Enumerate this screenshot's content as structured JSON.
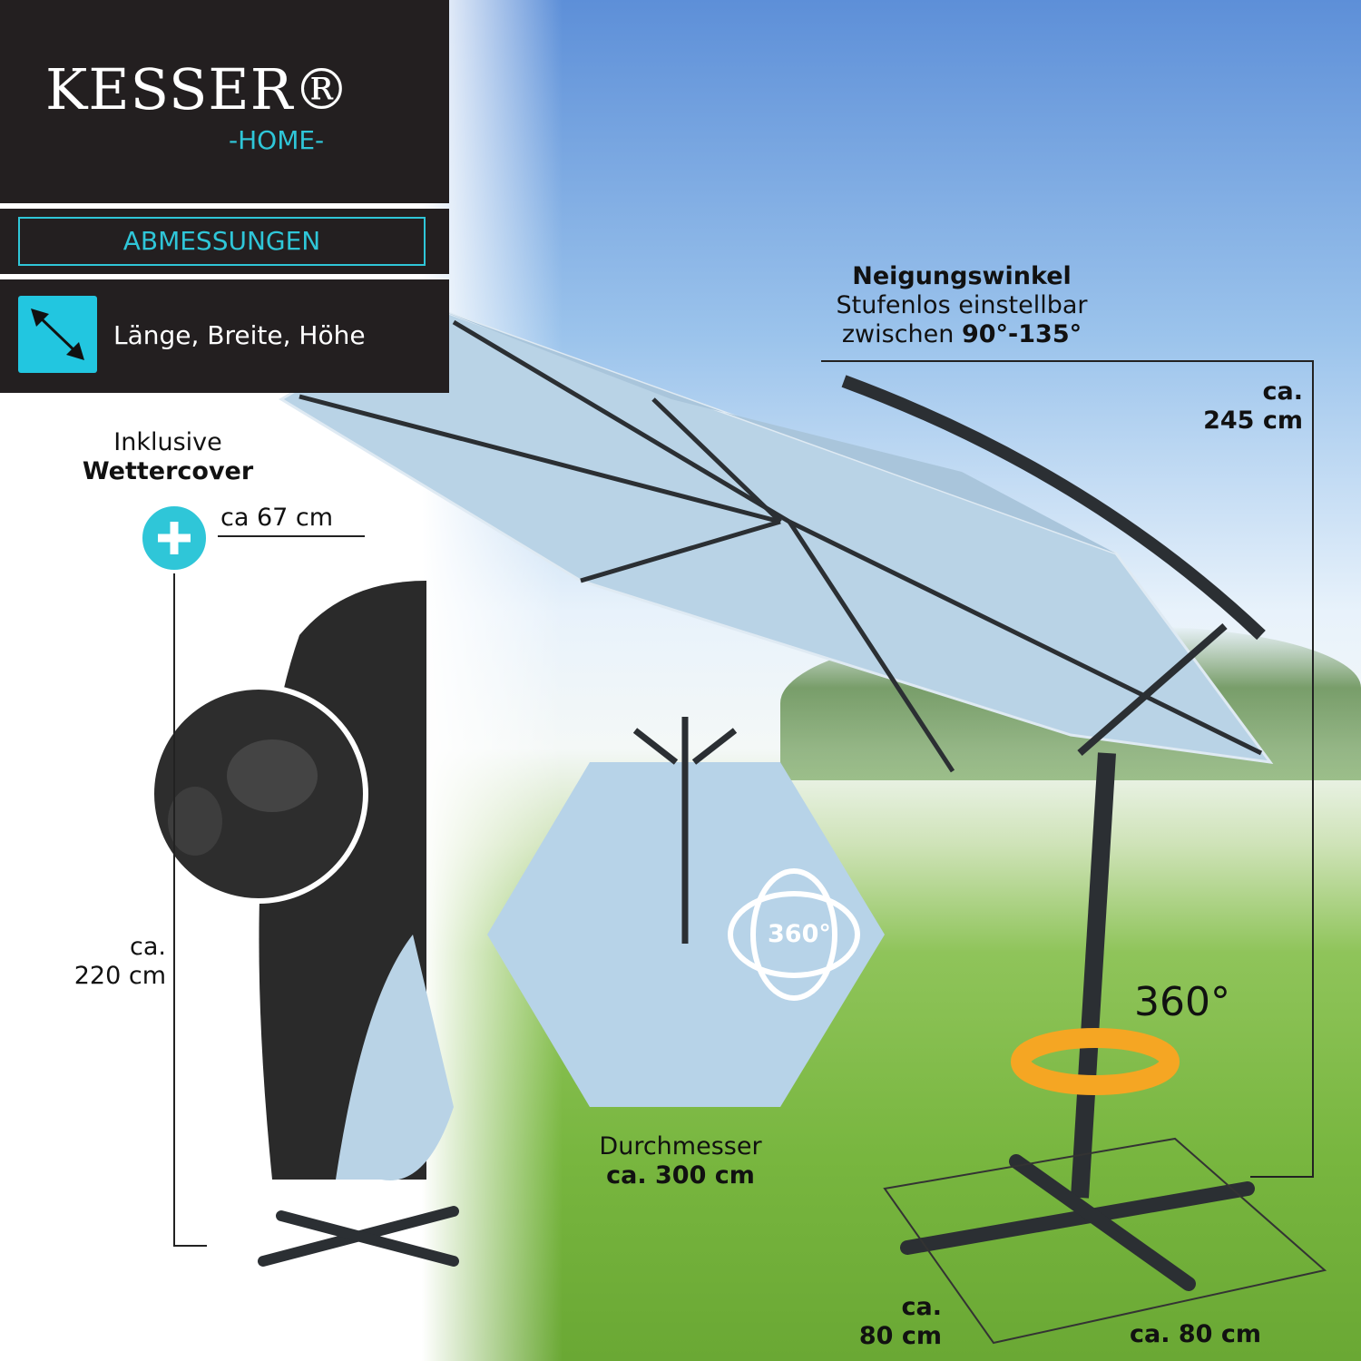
{
  "brand": {
    "name": "KESSER®",
    "sub": "-HOME-"
  },
  "section_title": "ABMESSUNGEN",
  "feature_label": "Länge, Breite, Höhe",
  "cover": {
    "line1": "Inklusive",
    "line2": "Wettercover",
    "width": "ca 67 cm",
    "height_ca": "ca.",
    "height": "220 cm"
  },
  "tilt": {
    "title": "Neigungswinkel",
    "line2": "Stufenlos einstellbar",
    "line3_prefix": "zwischen ",
    "line3_value": "90°-135°"
  },
  "height": {
    "ca": "ca.",
    "value": "245 cm"
  },
  "diameter": {
    "label": "Durchmesser",
    "value": "ca. 300 cm",
    "badge": "360°"
  },
  "rotation": "360°",
  "base": {
    "depth_ca": "ca.",
    "depth": "80 cm",
    "width": "ca. 80 cm"
  },
  "colors": {
    "accent": "#2fc6d8",
    "panel": "#231f20",
    "canopy": "#b9d3e6",
    "arrow": "#f5a623"
  }
}
